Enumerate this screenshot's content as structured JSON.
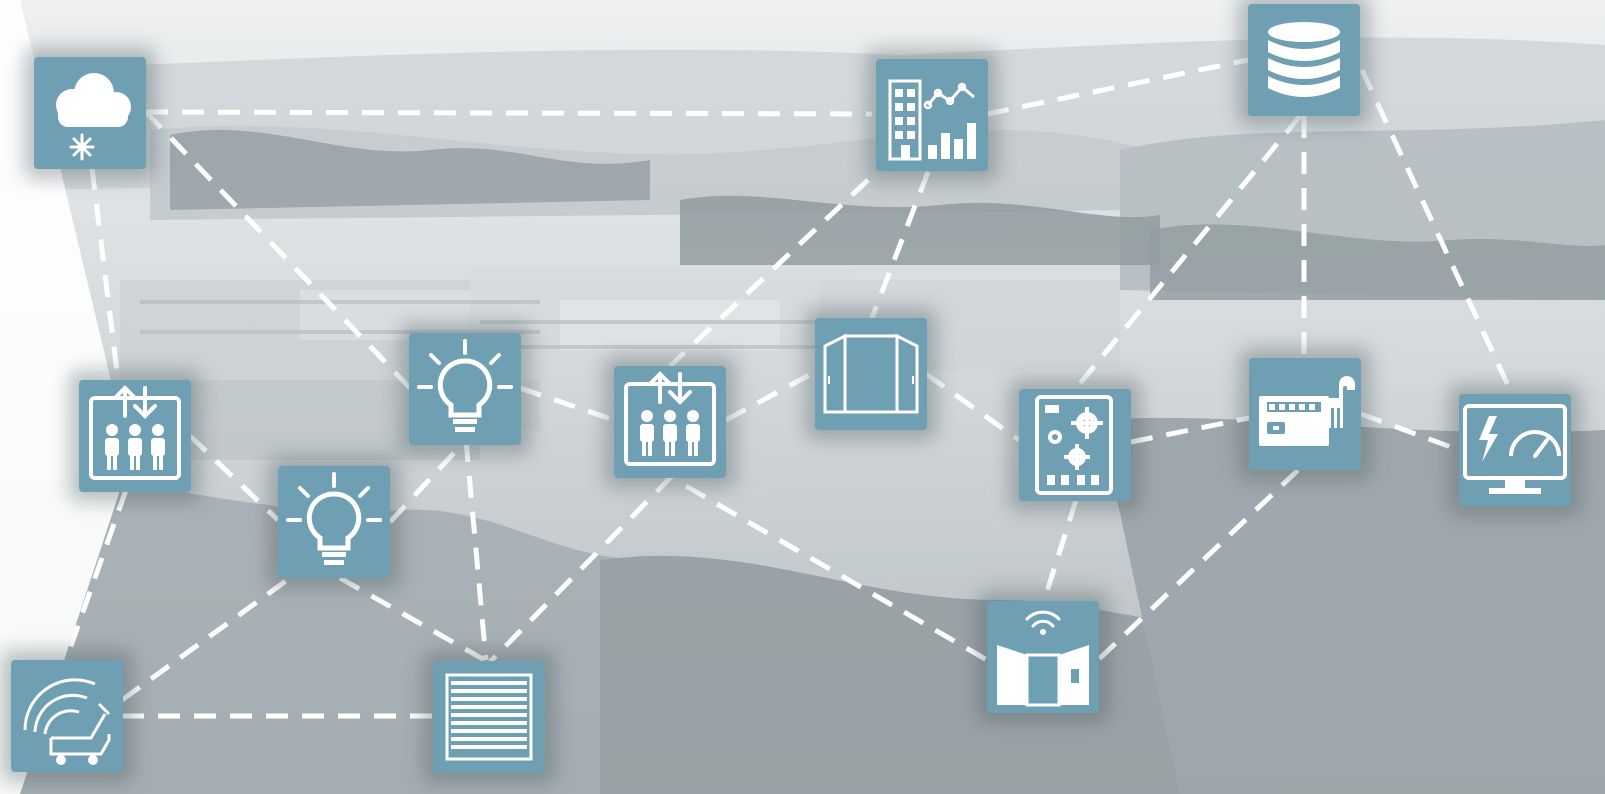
{
  "colors": {
    "tile": "#6f9fb3",
    "icon": "#ffffff",
    "line": "#ffffff",
    "chevron": "#ffffff",
    "sky": "#e9ecee",
    "field": "#bfc7cb",
    "forest": "#8e979b",
    "building": "#d7dcdf"
  },
  "icons": [
    {
      "id": "cloud",
      "name": "cloud-snow-icon"
    },
    {
      "id": "bldg",
      "name": "building-analytics-icon"
    },
    {
      "id": "db",
      "name": "database-icon"
    },
    {
      "id": "elevL",
      "name": "elevator-icon"
    },
    {
      "id": "bulb1",
      "name": "light-bulb-icon"
    },
    {
      "id": "elevM",
      "name": "elevator-icon"
    },
    {
      "id": "door",
      "name": "door-icon"
    },
    {
      "id": "bms",
      "name": "automation-gears-icon"
    },
    {
      "id": "ctrl",
      "name": "controller-unit-icon"
    },
    {
      "id": "meter",
      "name": "energy-meter-icon"
    },
    {
      "id": "bulb2",
      "name": "light-bulb-icon"
    },
    {
      "id": "robot",
      "name": "cleaning-robot-icon"
    },
    {
      "id": "blind",
      "name": "window-blind-icon"
    },
    {
      "id": "wifiDoor",
      "name": "wireless-gate-icon"
    }
  ]
}
